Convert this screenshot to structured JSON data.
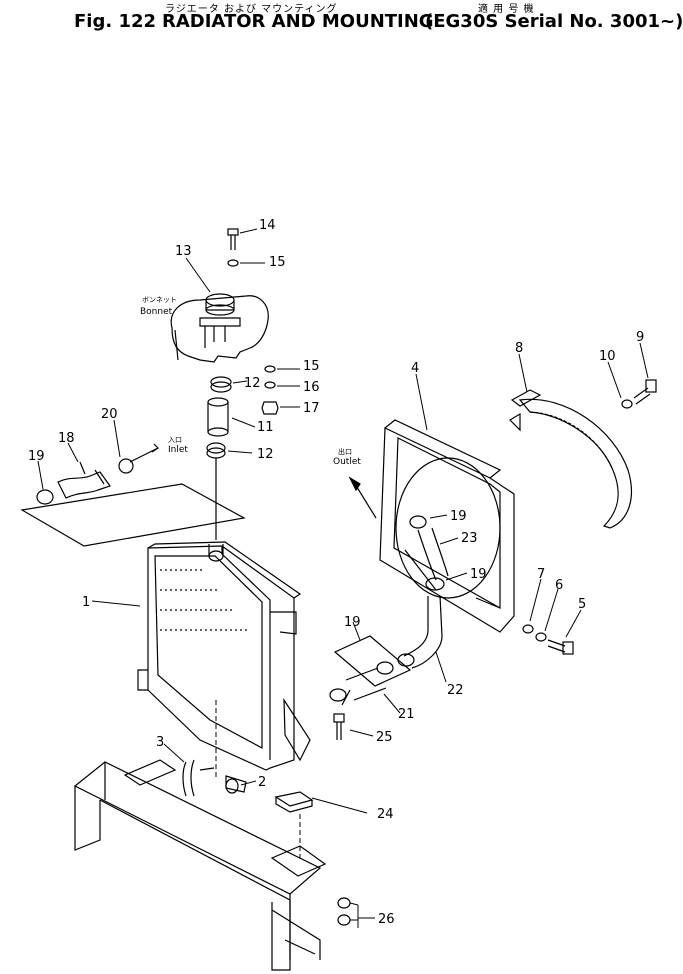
{
  "header": {
    "jp_title": "ラジエータ および マウンティング",
    "jp_model": "適 用 号 機",
    "fig_label": "Fig. 122",
    "title": "RADIATOR AND MOUNTING",
    "model_range": "(EG30S Serial No. 3001~)"
  },
  "labels": {
    "bonnet_jp": "ボンネット",
    "bonnet": "Bonnet",
    "inlet_jp": "入口",
    "inlet": "Inlet",
    "outlet_jp": "出口",
    "outlet": "Outlet"
  },
  "callouts": {
    "c1": "1",
    "c2": "2",
    "c3": "3",
    "c4": "4",
    "c5": "5",
    "c6": "6",
    "c7": "7",
    "c8": "8",
    "c9": "9",
    "c10": "10",
    "c11": "11",
    "c12a": "12",
    "c12b": "12",
    "c13": "13",
    "c14": "14",
    "c15a": "15",
    "c15b": "15",
    "c16": "16",
    "c17": "17",
    "c18": "18",
    "c19a": "19",
    "c19b": "19",
    "c19c": "19",
    "c19d": "19",
    "c20": "20",
    "c21": "21",
    "c22": "22",
    "c23": "23",
    "c24": "24",
    "c25": "25",
    "c26": "26"
  }
}
